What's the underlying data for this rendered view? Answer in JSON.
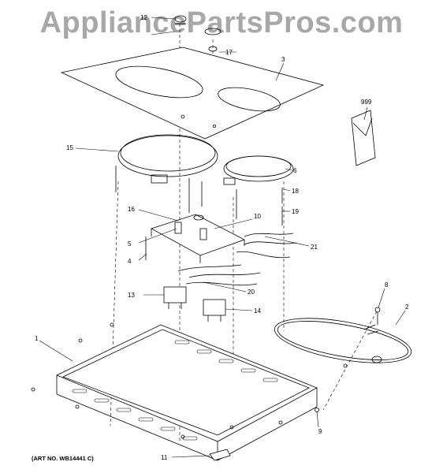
{
  "watermark": "AppliancePartsPros.com",
  "art_number": "(ART NO. WB14441 C)",
  "callouts": [
    "1",
    "2",
    "3",
    "4",
    "5",
    "6",
    "8",
    "9",
    "10",
    "11",
    "12",
    "13",
    "14",
    "15",
    "16",
    "17",
    "18",
    "19",
    "20",
    "21",
    "999"
  ],
  "colors": {
    "line": "#000000",
    "watermark": "#9a9a9a",
    "background": "#ffffff"
  }
}
